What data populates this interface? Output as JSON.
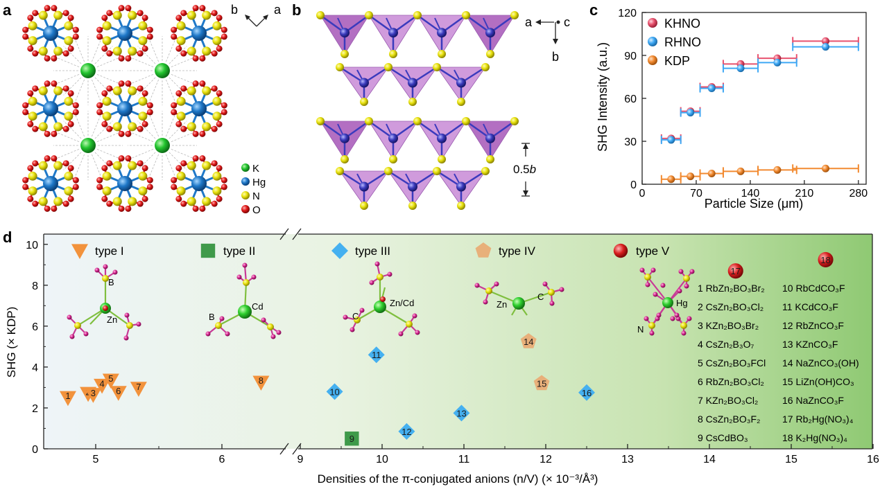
{
  "panels": {
    "a": {
      "letter": "a",
      "axis_labels": [
        "b",
        "a"
      ],
      "legend": [
        {
          "label": "K",
          "color": "#22c42e"
        },
        {
          "label": "Hg",
          "color": "#1f78c8"
        },
        {
          "label": "N",
          "color": "#e8e20e"
        },
        {
          "label": "O",
          "color": "#e01818"
        }
      ]
    },
    "b": {
      "letter": "b",
      "axis_labels": {
        "right": "a",
        "out": "c",
        "down": "b"
      },
      "spacing_label": "0.5",
      "spacing_label_italic": "b"
    },
    "c": {
      "letter": "c"
    },
    "d": {
      "letter": "d"
    }
  },
  "colors": {
    "khno": "#e8526e",
    "rhno": "#3fa9f5",
    "kdp": "#f28a30",
    "type1": "#f2923c",
    "type2": "#3f9a4a",
    "type3": "#45b0f0",
    "type4": "#e8b07a",
    "type5": "#d81e1e"
  },
  "chart_data": [
    {
      "panel": "c",
      "type": "scatter",
      "xlabel": "Particle Size (μm)",
      "ylabel": "SHG Intensity (a.u.)",
      "xlim": [
        0,
        290
      ],
      "ylim": [
        0,
        120
      ],
      "xticks": [
        "0",
        "70",
        "140",
        "210",
        "280"
      ],
      "yticks": [
        "0",
        "30",
        "60",
        "90",
        "120"
      ],
      "legend_position": "top-left",
      "series": [
        {
          "name": "KHNO",
          "points": [
            {
              "x": 37.5,
              "y": 32,
              "xerr": 12.5
            },
            {
              "x": 62.5,
              "y": 51,
              "xerr": 12.5
            },
            {
              "x": 90,
              "y": 68,
              "xerr": 15
            },
            {
              "x": 127.5,
              "y": 84,
              "xerr": 22.5
            },
            {
              "x": 175,
              "y": 88,
              "xerr": 25
            },
            {
              "x": 237.5,
              "y": 100,
              "xerr": 42.5
            }
          ]
        },
        {
          "name": "RHNO",
          "points": [
            {
              "x": 37.5,
              "y": 31,
              "xerr": 12.5
            },
            {
              "x": 62.5,
              "y": 50,
              "xerr": 12.5
            },
            {
              "x": 90,
              "y": 67,
              "xerr": 15
            },
            {
              "x": 127.5,
              "y": 81,
              "xerr": 22.5
            },
            {
              "x": 175,
              "y": 85,
              "xerr": 25
            },
            {
              "x": 237.5,
              "y": 96,
              "xerr": 42.5
            }
          ]
        },
        {
          "name": "KDP",
          "points": [
            {
              "x": 37.5,
              "y": 3.5,
              "xerr": 12.5
            },
            {
              "x": 62.5,
              "y": 5.5,
              "xerr": 12.5
            },
            {
              "x": 90,
              "y": 7.5,
              "xerr": 15
            },
            {
              "x": 127.5,
              "y": 9,
              "xerr": 22.5
            },
            {
              "x": 175,
              "y": 10,
              "xerr": 25
            },
            {
              "x": 237.5,
              "y": 11,
              "xerr": 42.5
            }
          ]
        }
      ]
    },
    {
      "panel": "d",
      "type": "scatter",
      "xlabel": "Densities of the π-conjugated anions  (n/V) (× 10⁻³/Å³)",
      "ylabel": "SHG (× KDP)",
      "ylim": [
        0,
        10.5
      ],
      "yticks": [
        "0",
        "2",
        "4",
        "6",
        "8",
        "10"
      ],
      "xticks": [
        "5",
        "6",
        "9",
        "10",
        "11",
        "12",
        "13",
        "14",
        "15",
        "16"
      ],
      "x_axis_breaks": [
        6.5,
        8.95
      ],
      "types": [
        {
          "name": "type I",
          "marker": "triangle-down"
        },
        {
          "name": "type II",
          "marker": "square"
        },
        {
          "name": "type III",
          "marker": "diamond"
        },
        {
          "name": "type IV",
          "marker": "pentagon"
        },
        {
          "name": "type V",
          "marker": "sphere"
        }
      ],
      "motif_labels": {
        "type I": [
          "B",
          "Zn"
        ],
        "type II": [
          "B",
          "Cd"
        ],
        "type III": [
          "C",
          "Zn/Cd"
        ],
        "type IV": [
          "Zn",
          "C"
        ],
        "type V": [
          "Hg",
          "N"
        ]
      },
      "points": [
        {
          "id": "1",
          "compound": "RbZn₂BO₃Br₂",
          "type": "type I",
          "x": 4.78,
          "y": 2.5
        },
        {
          "id": "2",
          "compound": "CsZn₂BO₃Cl₂",
          "type": "type I",
          "x": 4.94,
          "y": 2.7
        },
        {
          "id": "3",
          "compound": "KZn₂BO₃Br₂",
          "type": "type I",
          "x": 4.98,
          "y": 2.65
        },
        {
          "id": "4",
          "compound": "CsZn₂B₃O₇",
          "type": "type I",
          "x": 5.05,
          "y": 3.1
        },
        {
          "id": "5",
          "compound": "CsZn₂BO₃FCl",
          "type": "type I",
          "x": 5.12,
          "y": 3.35
        },
        {
          "id": "6",
          "compound": "RbZn₂BO₃Cl₂",
          "type": "type I",
          "x": 5.18,
          "y": 2.75
        },
        {
          "id": "7",
          "compound": "KZn₂BO₃Cl₂",
          "type": "type I",
          "x": 5.34,
          "y": 2.95
        },
        {
          "id": "8",
          "compound": "CsZn₂BO₃F₂",
          "type": "type I",
          "x": 6.31,
          "y": 3.25
        },
        {
          "id": "9",
          "compound": "CsCdBO₃",
          "type": "type II",
          "x": 9.63,
          "y": 0.5
        },
        {
          "id": "10",
          "compound": "RbCdCO₃F",
          "type": "type III",
          "x": 9.42,
          "y": 2.8
        },
        {
          "id": "11",
          "compound": "KCdCO₃F",
          "type": "type III",
          "x": 9.93,
          "y": 4.6
        },
        {
          "id": "12",
          "compound": "RbZnCO₃F",
          "type": "type III",
          "x": 10.3,
          "y": 0.85
        },
        {
          "id": "13",
          "compound": "KZnCO₃F",
          "type": "type III",
          "x": 10.97,
          "y": 1.75
        },
        {
          "id": "14",
          "compound": "NaZnCO₃(OH)",
          "type": "type IV",
          "x": 11.79,
          "y": 5.25
        },
        {
          "id": "15",
          "compound": "LiZn(OH)CO₃",
          "type": "type IV",
          "x": 11.95,
          "y": 3.2
        },
        {
          "id": "16",
          "compound": "NaZnCO₃F",
          "type": "type III",
          "x": 12.5,
          "y": 2.75
        },
        {
          "id": "17",
          "compound": "Rb₂Hg(NO₃)₄",
          "type": "type V",
          "x": 14.32,
          "y": 8.7
        },
        {
          "id": "18",
          "compound": "K₂Hg(NO₃)₄",
          "type": "type V",
          "x": 15.42,
          "y": 9.25
        }
      ]
    }
  ]
}
